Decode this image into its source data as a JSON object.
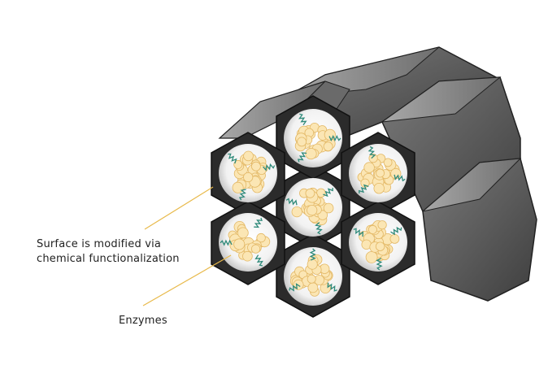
{
  "labels": {
    "surface_line1": "Surface is modified via",
    "surface_line2": "chemical functionalization",
    "enzymes": "Enzymes"
  },
  "colors": {
    "hex_frame": "#2b2b2b",
    "hex_side": "#5a5a5a",
    "hex_top": "#8e8e8e",
    "pore_inner": "#f4f4f4",
    "enzyme_fill": "#fbe6b4",
    "enzyme_stroke": "#e3b866",
    "linker": "#2f8a7a",
    "leader_line": "#e8b94a"
  }
}
